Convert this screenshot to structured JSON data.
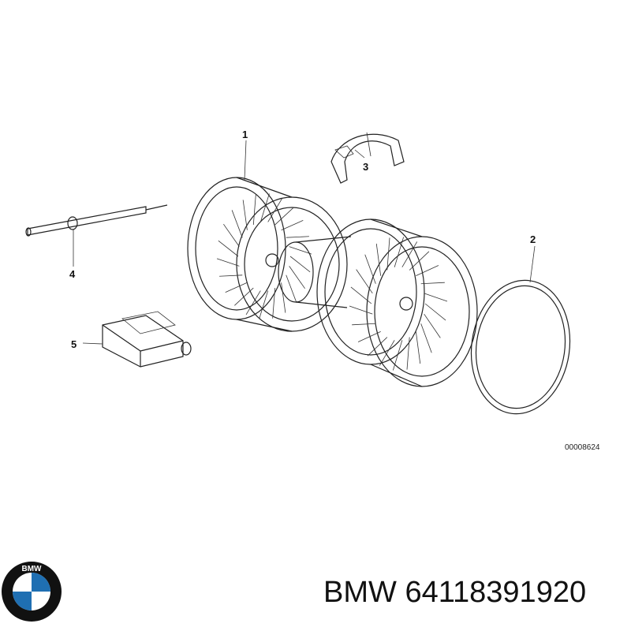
{
  "callouts": [
    "1",
    "2",
    "3",
    "4",
    "5"
  ],
  "reference_number": "00008624",
  "brand": "BMW",
  "part_number": "64118391920",
  "logo": {
    "letters": "BMW",
    "colors": {
      "blue": "#1f6fb2",
      "white": "#ffffff",
      "ring": "#111111"
    }
  },
  "icons": [
    "bmw-logo-icon"
  ]
}
